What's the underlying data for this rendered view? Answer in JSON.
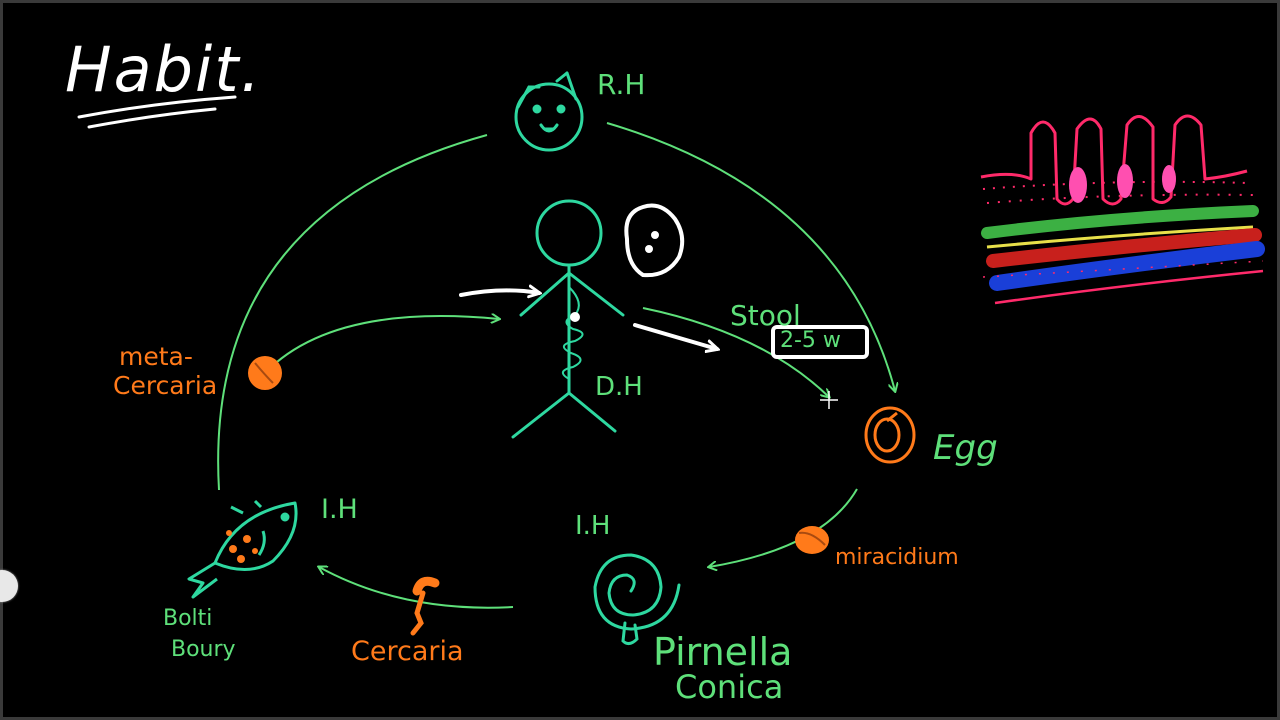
{
  "title": "Habit.",
  "colors": {
    "background": "#000000",
    "host_green": "#5ee07a",
    "teal": "#2ed8a0",
    "orange": "#ff7a1a",
    "white": "#ffffff",
    "pink": "#ff2a6a",
    "magenta": "#ff4fb0",
    "green_layer": "#3cb043",
    "yellow_layer": "#e8e04a",
    "red_layer": "#c8201c",
    "blue_layer": "#1a3fd8"
  },
  "hosts": {
    "reservoir_host": "R.H",
    "definitive_host": "D.H",
    "snail_host": "I.H",
    "fish_host": "I.H"
  },
  "stages": {
    "stool": "Stool",
    "stool_time": "2-5 w",
    "egg": "Egg",
    "miracidium": "miracidium",
    "cercaria": "Cercaria",
    "metacercaria_line1": "meta-",
    "metacercaria_line2": "Cercaria"
  },
  "organisms": {
    "snail_line1": "Pirnella",
    "snail_line2": "Conica",
    "fish_line1": "Bolti",
    "fish_line2": "Boury"
  },
  "icons": {
    "cat": "cat-face-icon",
    "person": "stick-figure-icon",
    "liver": "liver-outline-icon",
    "egg": "egg-icon",
    "snail": "spiral-snail-icon",
    "fish": "fish-icon",
    "intestine": "intestinal-wall-icon"
  }
}
